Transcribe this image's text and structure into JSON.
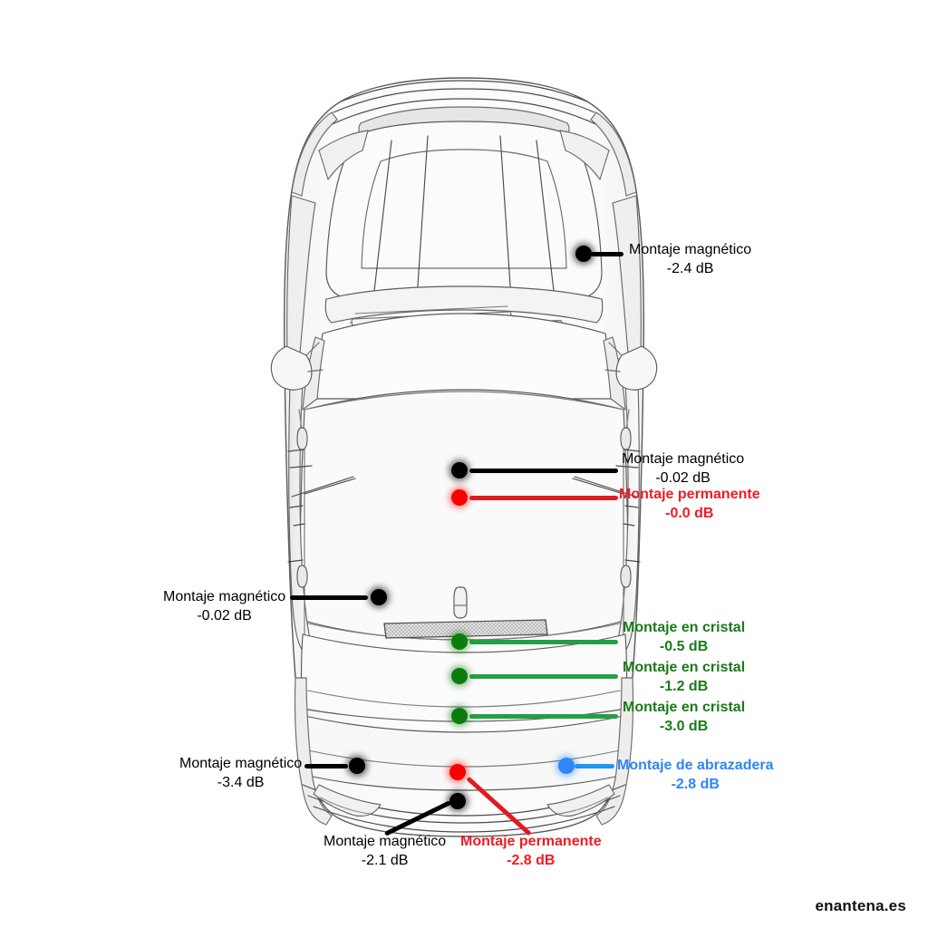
{
  "page": {
    "background_color": "#ffffff",
    "watermark": "enantena.es"
  },
  "diagram": {
    "subject": "car-top-view",
    "title_visible": false,
    "colors": {
      "magnetic": "#000000",
      "permanent": "#ef1c24",
      "glass": "#1a7a1a",
      "clamp": "#2f86f6"
    }
  },
  "chart_data": {
    "type": "scatter",
    "title": "",
    "xlabel": "",
    "ylabel": "",
    "annotations": [
      {
        "id": "m1",
        "mount": "Montaje magnético",
        "value": "-2.4 dB",
        "gain_db": -2.4,
        "color": "#000000"
      },
      {
        "id": "m2",
        "mount": "Montaje magnético",
        "value": "-0.02 dB",
        "gain_db": -0.02,
        "color": "#000000"
      },
      {
        "id": "p1",
        "mount": "Montaje permanente",
        "value": "-0.0 dB",
        "gain_db": 0.0,
        "color": "#ef1c24"
      },
      {
        "id": "m3",
        "mount": "Montaje magnético",
        "value": "-0.02 dB",
        "gain_db": -0.02,
        "color": "#000000"
      },
      {
        "id": "g1",
        "mount": "Montaje en cristal",
        "value": "-0.5 dB",
        "gain_db": -0.5,
        "color": "#1a7a1a"
      },
      {
        "id": "g2",
        "mount": "Montaje en cristal",
        "value": "-1.2 dB",
        "gain_db": -1.2,
        "color": "#1a7a1a"
      },
      {
        "id": "g3",
        "mount": "Montaje en cristal",
        "value": "-3.0 dB",
        "gain_db": -3.0,
        "color": "#1a7a1a"
      },
      {
        "id": "m4",
        "mount": "Montaje magnético",
        "value": "-3.4 dB",
        "gain_db": -3.4,
        "color": "#000000"
      },
      {
        "id": "c1",
        "mount": "Montaje de abrazadera",
        "value": "-2.8 dB",
        "gain_db": -2.8,
        "color": "#2f86f6"
      },
      {
        "id": "m5",
        "mount": "Montaje magnético",
        "value": "-2.1 dB",
        "gain_db": -2.1,
        "color": "#000000"
      },
      {
        "id": "p2",
        "mount": "Montaje permanente",
        "value": "-2.8 dB",
        "gain_db": -2.8,
        "color": "#ef1c24"
      }
    ]
  },
  "callouts": {
    "roof_front_magnetic": {
      "line1": "Montaje magnético",
      "line2": "-2.4 dB"
    },
    "roof_center_magnetic": {
      "line1": "Montaje magnético",
      "line2": "-0.02 dB"
    },
    "roof_center_permanent": {
      "line1": "Montaje permanente",
      "line2": "-0.0 dB"
    },
    "roof_rear_magnetic_left": {
      "line1": "Montaje magnético",
      "line2": "-0.02 dB"
    },
    "glass_1": {
      "line1": "Montaje en cristal",
      "line2": "-0.5 dB"
    },
    "glass_2": {
      "line1": "Montaje en cristal",
      "line2": "-1.2 dB"
    },
    "glass_3": {
      "line1": "Montaje en cristal",
      "line2": "-3.0 dB"
    },
    "rear_left_magnetic": {
      "line1": "Montaje magnético",
      "line2": "-3.4 dB"
    },
    "rear_right_clamp": {
      "line1": "Montaje de abrazadera",
      "line2": "-2.8 dB"
    },
    "rear_bottom_magnetic": {
      "line1": "Montaje magnético",
      "line2": "-2.1 dB"
    },
    "rear_bottom_permanent": {
      "line1": "Montaje permanente",
      "line2": "-2.8 dB"
    }
  }
}
